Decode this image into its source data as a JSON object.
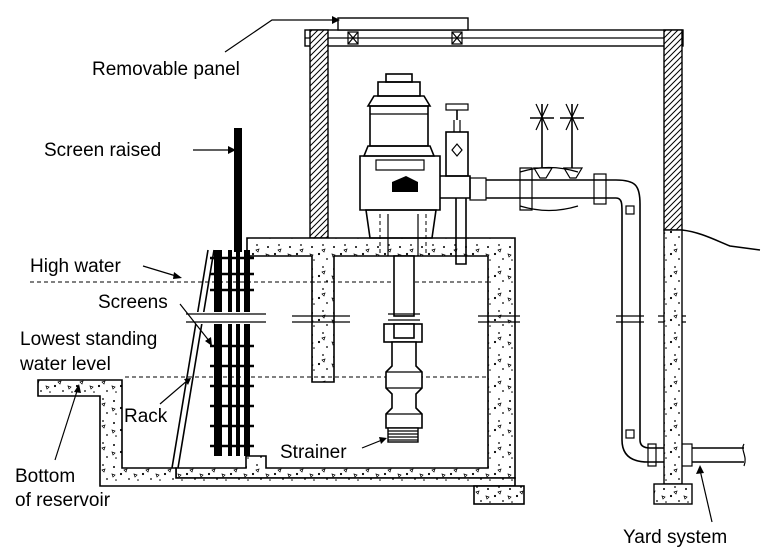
{
  "labels": {
    "removable_panel": "Removable panel",
    "screen_raised": "Screen raised",
    "high_water": "High water",
    "screens": "Screens",
    "lowest_standing_line1": "Lowest standing",
    "lowest_standing_line2": "water level",
    "rack": "Rack",
    "bottom_line1": "Bottom",
    "bottom_line2": "of reservoir",
    "strainer": "Strainer",
    "yard_system": "Yard system"
  },
  "colors": {
    "ink": "#000000",
    "paper": "#ffffff"
  }
}
